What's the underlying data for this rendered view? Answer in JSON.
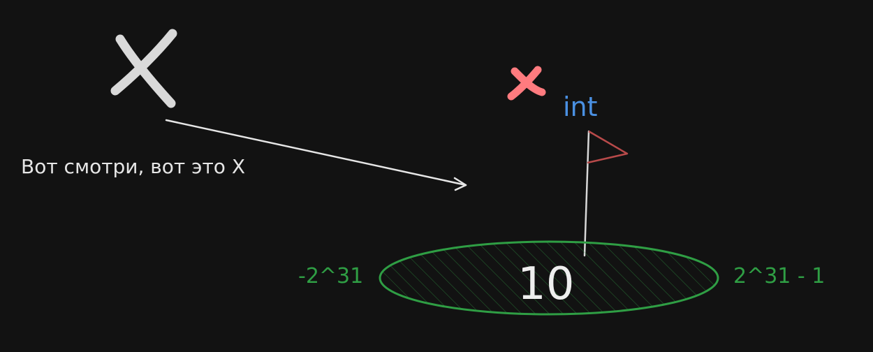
{
  "background": "#121212",
  "big_variable": {
    "text": "X",
    "color": "#d9d9d9"
  },
  "caption": {
    "text": "Вот смотри, вот это X",
    "color": "#e6e6e6"
  },
  "typed_variable": {
    "name": "x",
    "name_color": "#ff7b7f",
    "type": "int",
    "type_color": "#4a90e2"
  },
  "flag": {
    "pole_color": "#d8d8d8",
    "flag_color": "#b84a4a"
  },
  "range": {
    "min_label": "-2^31",
    "max_label": "2^31 - 1",
    "value": "10",
    "ellipse_color": "#2f9e44",
    "label_color": "#2f9e44",
    "value_color": "#eeeeee"
  },
  "arrow": {
    "color": "#e6e6e6"
  }
}
